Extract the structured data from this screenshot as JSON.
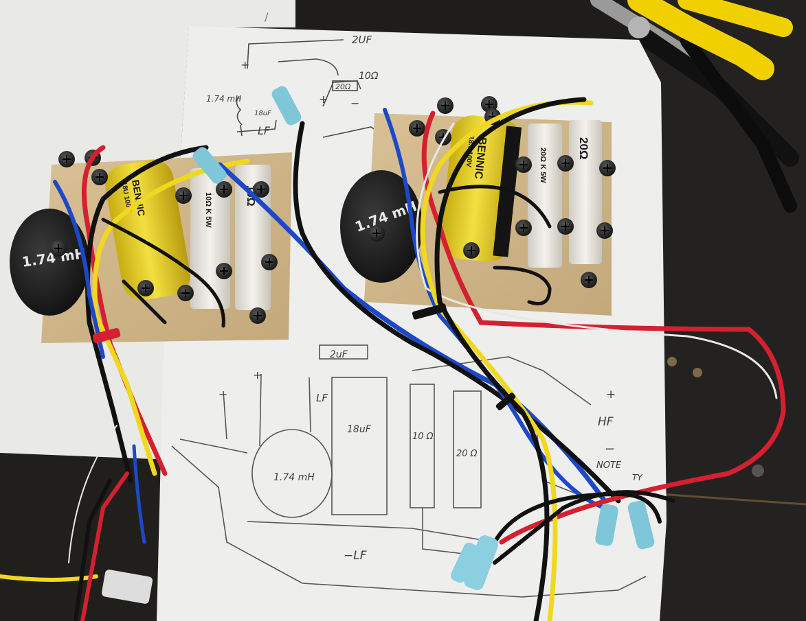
{
  "scene": {
    "description_labels": {
      "sketch_top": {
        "cap_value": "2UF",
        "res_value": "10Ω",
        "res2_value": "20Ω",
        "coil_value": "1.74 mH",
        "cap2_value": "18uF",
        "lf_label": "LF",
        "plus": "+",
        "minus": "−"
      },
      "sketch_bottom": {
        "cap_value": "2uF",
        "cap2_value": "18uF",
        "coil_value": "1.74 mH",
        "res_value": "10 Ω",
        "res2_value": "20 Ω",
        "hf_label": "HF",
        "lf_label": "LF",
        "lf_bottom_label": "−LF",
        "note": "NOTE",
        "note_tail": "TY",
        "plus": "+",
        "minus": "−"
      },
      "left_board": {
        "coil_label": "1.74 mH",
        "cap_brand": "BENNIC",
        "cap_text": "18U 100V",
        "res1_text": "10Ω K 5W",
        "res2_text": "10Ω"
      },
      "right_board": {
        "coil_label": "1.74 mH",
        "cap_brand": "BENNIC",
        "cap_text": "18.0 100V",
        "res1_text": "20Ω K 5W",
        "res2_text": "20Ω"
      }
    }
  },
  "colors": {
    "paper": "#eeeeec",
    "board_wood": "#cdb68a",
    "capacitor_yellow": "#e8d32a",
    "wire_red": "#d42030",
    "wire_blue": "#1d48c8",
    "wire_yellow": "#f0d820",
    "wire_black": "#111111",
    "connector_blue": "#7fc6d8",
    "tool_yellow": "#f0d000",
    "bench_dark": "#1f1d1a"
  }
}
